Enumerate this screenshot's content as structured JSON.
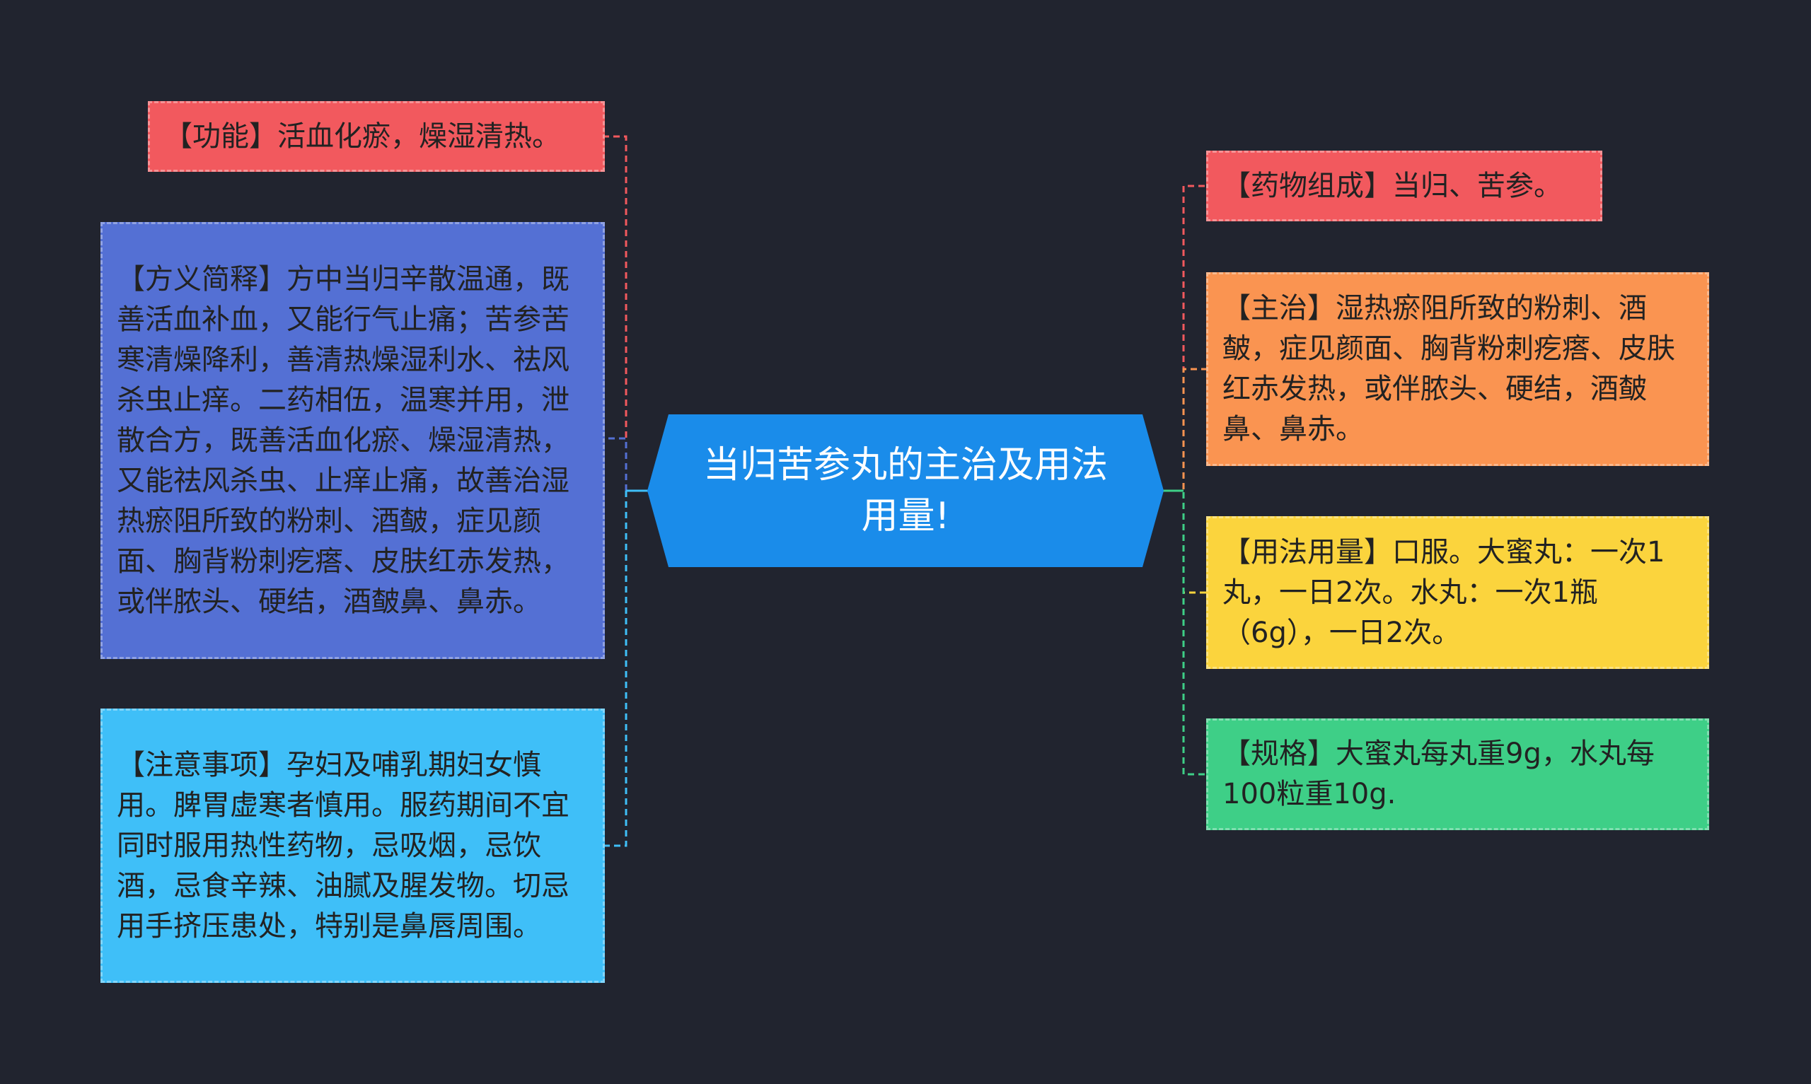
{
  "center": {
    "title": "当归苦参丸的主治及用法用量!",
    "color": "#1a8cea"
  },
  "left": [
    {
      "text": "【功能】活血化瘀，燥湿清热。",
      "color": "#f2595e",
      "line": "#f2595e"
    },
    {
      "text": "【方义简释】方中当归辛散温通，既善活血补血，又能行气止痛；苦参苦寒清燥降利，善清热燥湿利水、祛风杀虫止痒。二药相伍，温寒并用，泄散合方，既善活血化瘀、燥湿清热，又能祛风杀虫、止痒止痛，故善治湿热瘀阻所致的粉刺、酒皶，症见颜面、胸背粉刺疙瘩、皮肤红赤发热，或伴脓头、硬结，酒皶鼻、鼻赤。",
      "color": "#5470d4",
      "line": "#5470d4"
    },
    {
      "text": "【注意事项】孕妇及哺乳期妇女慎用。脾胃虚寒者慎用。服药期间不宜同时服用热性药物，忌吸烟，忌饮酒，忌食辛辣、油腻及腥发物。切忌用手挤压患处，特别是鼻唇周围。",
      "color": "#3fbff8",
      "line": "#3fbff8"
    }
  ],
  "right": [
    {
      "text": "【药物组成】当归、苦参。",
      "color": "#f2595e",
      "line": "#f2595e"
    },
    {
      "text": "【主治】湿热瘀阻所致的粉刺、酒皶，症见颜面、胸背粉刺疙瘩、皮肤红赤发热，或伴脓头、硬结，酒皶鼻、鼻赤。",
      "color": "#fa9451",
      "line": "#fa9451"
    },
    {
      "text": "【用法用量】口服。大蜜丸：一次1丸，一日2次。水丸：一次1瓶（6g），一日2次。",
      "color": "#fbd43d",
      "line": "#fbd43d"
    },
    {
      "text": "【规格】大蜜丸每丸重9g，水丸每100粒重10g.",
      "color": "#3ecf87",
      "line": "#3ecf87"
    }
  ]
}
